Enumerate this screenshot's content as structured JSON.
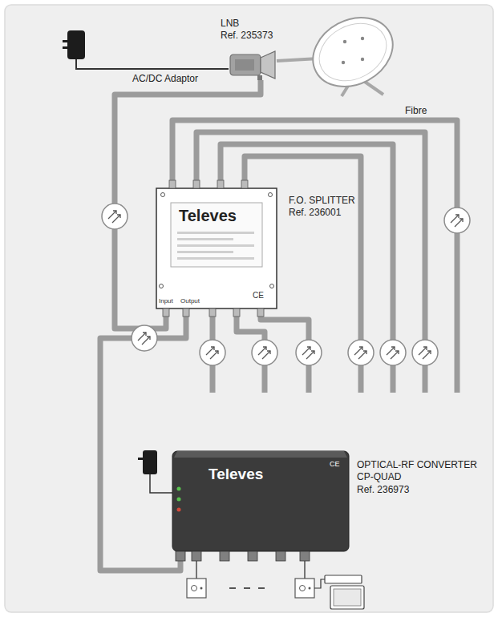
{
  "diagram": {
    "nodes": [
      {
        "text": [
          "LNB",
          "Ref. 235373"
        ]
      },
      {
        "text": [
          "F.O. SPLITTER",
          "Ref. 236001",
          "Televes",
          "CE",
          "Input",
          "Output"
        ]
      },
      {
        "text": [
          "OPTICAL-RF CONVERTER CP-QUAD",
          "Ref. 236973",
          "Televes",
          "CE"
        ]
      }
    ],
    "edges": [
      {
        "from": 0,
        "to": 1,
        "arrow": "none"
      },
      {
        "from": 1,
        "to": 2,
        "arrow": "none"
      }
    ],
    "labels": [
      "AC/DC Adaptor",
      "Fibre"
    ]
  }
}
